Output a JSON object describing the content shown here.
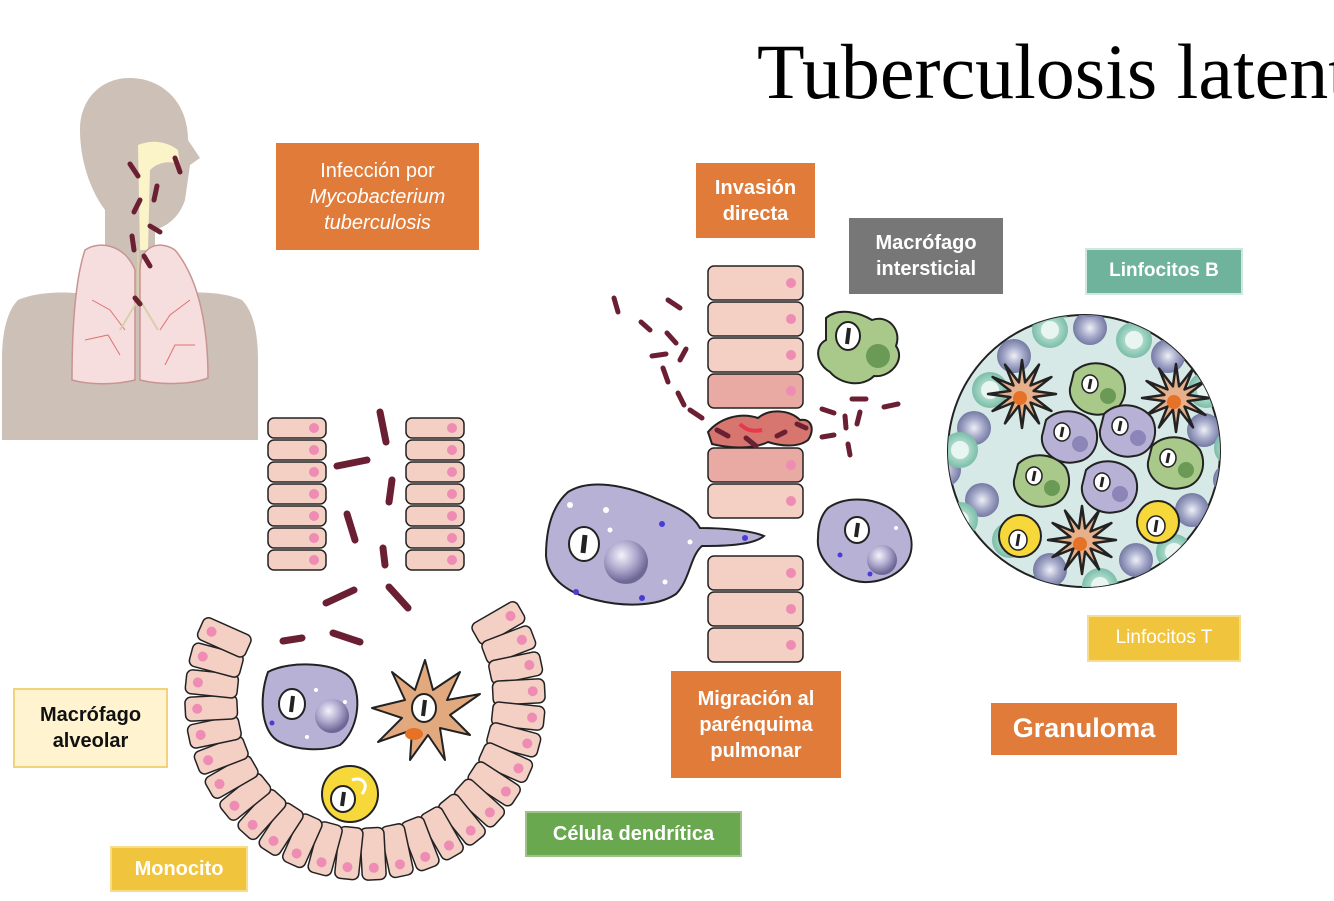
{
  "title": "Tuberculosis latente",
  "labels": {
    "infeccion": {
      "line1": "Infección por",
      "line2": "Mycobacterium",
      "line3": "tuberculosis",
      "color": "#e07b39"
    },
    "invasion": {
      "line1": "Invasión",
      "line2": "directa",
      "color": "#e07b39"
    },
    "macrofago_intersticial": {
      "line1": "Macrófago",
      "line2": "intersticial",
      "color": "#777777"
    },
    "linfocitos_b": {
      "text": "Linfocitos B",
      "color": "#6fb39c"
    },
    "linfocitos_t": {
      "text": "Linfocitos T",
      "color": "#f0c43c"
    },
    "granuloma": {
      "text": "Granuloma",
      "color": "#e07b39"
    },
    "migracion": {
      "line1": "Migración al",
      "line2": "parénquima",
      "line3": "pulmonar",
      "color": "#e07b39"
    },
    "macrofago_alveolar": {
      "line1": "Macrófago",
      "line2": "alveolar",
      "color": "#fff4cf"
    },
    "celula_dendritica": {
      "text": "Célula dendrítica",
      "color": "#6aa84f"
    },
    "monocito": {
      "text": "Monocito",
      "color": "#f0c43c"
    }
  }
}
